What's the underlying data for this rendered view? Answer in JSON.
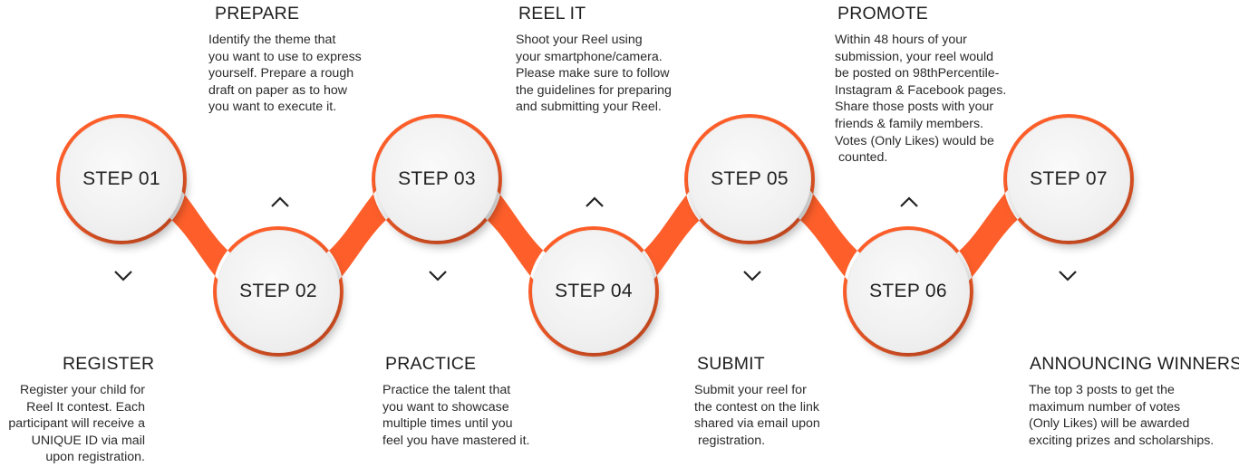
{
  "colors": {
    "accent": "#fe5f2a",
    "accent_dark": "#e24e1a",
    "circle": "#f1f1f1"
  },
  "steps": [
    {
      "label": "STEP 01",
      "title": "REGISTER",
      "lines": [
        "Register your child for",
        "Reel It contest. Each",
        "participant will receive a",
        "UNIQUE ID via mail",
        "upon registration."
      ]
    },
    {
      "label": "STEP 02",
      "title": "PREPARE",
      "lines": [
        "Identify the theme that",
        "you want to use to express",
        "yourself. Prepare a rough",
        "draft on paper as to how",
        "you want to execute it."
      ]
    },
    {
      "label": "STEP 03",
      "title": "PRACTICE",
      "lines": [
        "Practice the talent that",
        "you want to showcase",
        "multiple times until you",
        "feel you have mastered it."
      ]
    },
    {
      "label": "STEP 04",
      "title": "REEL IT",
      "lines": [
        "Shoot your Reel using",
        "your smartphone/camera.",
        "Please make sure to follow",
        "the guidelines for preparing",
        "and submitting your Reel."
      ]
    },
    {
      "label": "STEP 05",
      "title": "SUBMIT",
      "lines": [
        "Submit your reel for",
        "the contest on the link",
        "shared via email upon",
        " registration."
      ]
    },
    {
      "label": "STEP 06",
      "title": "PROMOTE",
      "lines": [
        "Within 48 hours of your",
        "submission, your reel would",
        "be posted on 98thPercentile-",
        "Instagram & Facebook pages.",
        "Share those posts with your",
        "friends & family members.",
        "Votes (Only Likes) would be",
        " counted."
      ]
    },
    {
      "label": "STEP 07",
      "title": "ANNOUNCING WINNERS",
      "lines": [
        "The top 3 posts to get the",
        "maximum number of votes",
        "(Only Likes) will be awarded",
        "exciting prizes and scholarships."
      ]
    }
  ],
  "icons": {
    "down": "chevron-down-icon",
    "up": "chevron-up-icon"
  }
}
